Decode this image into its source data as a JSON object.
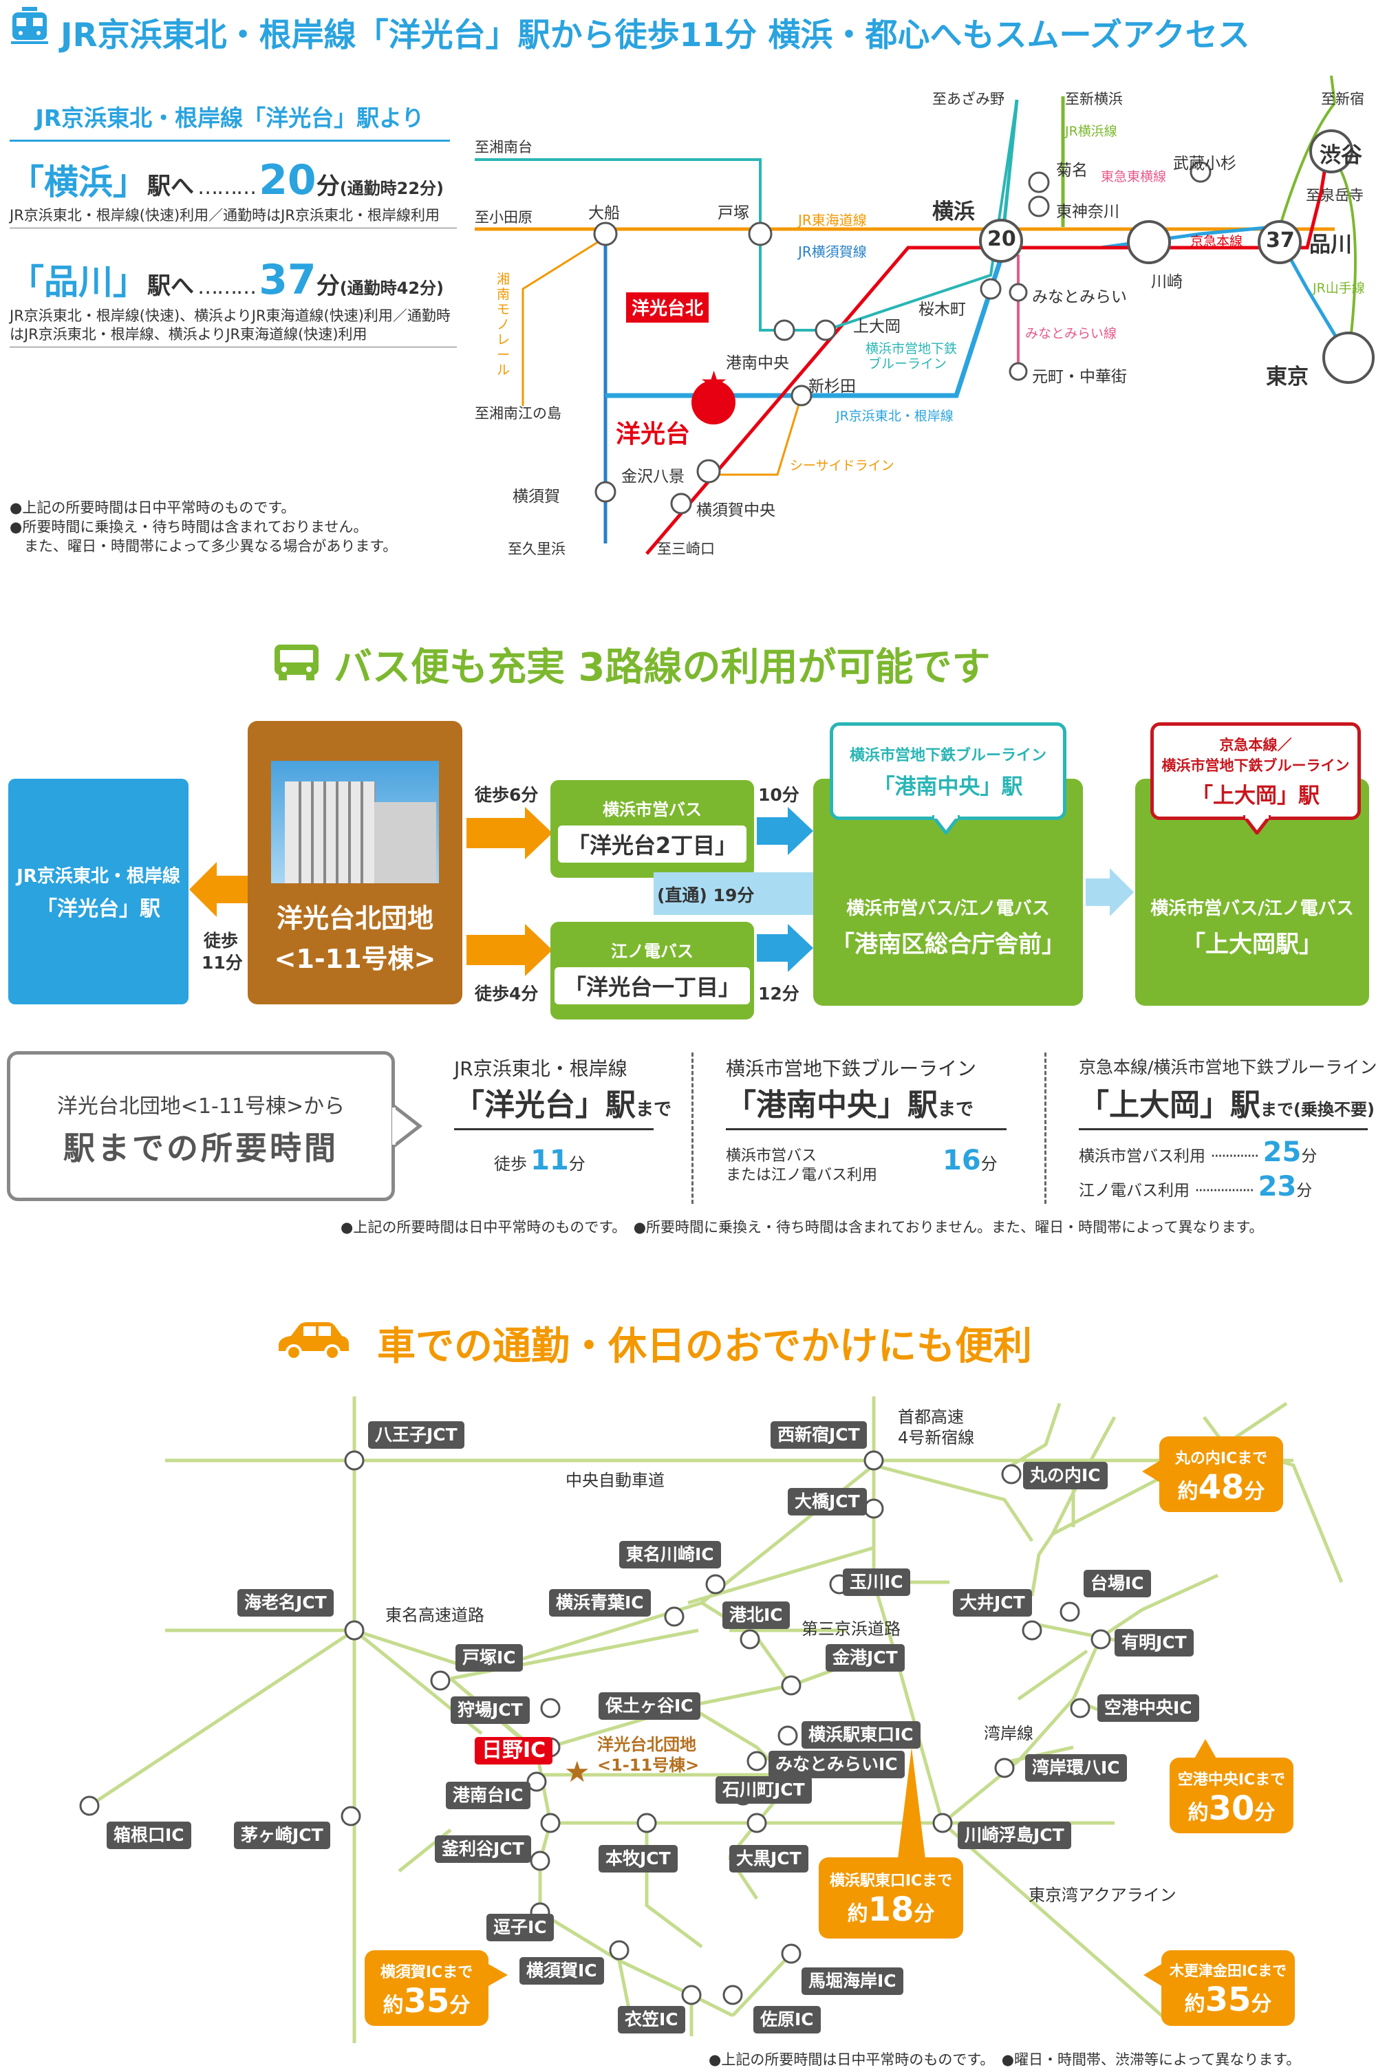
{
  "section1": {
    "title": "JR京浜東北・根岸線「洋光台」駅から徒歩11分 横浜・都心へもスムーズアクセス",
    "subheading": "JR京浜東北・根岸線「洋光台」駅より",
    "dest1": {
      "name": "「横浜」",
      "to": "駅へ",
      "dots": "………",
      "minutes": "20",
      "unit": "分",
      "note": "(通勤時22分)",
      "desc": "JR京浜東北・根岸線(快速)利用／通勤時はJR京浜東北・根岸線利用"
    },
    "dest2": {
      "name": "「品川」",
      "to": "駅へ",
      "dots": "………",
      "minutes": "37",
      "unit": "分",
      "note": "(通勤時42分)",
      "desc": "JR京浜東北・根岸線(快速)、横浜よりJR東海道線(快速)利用／通勤時はJR京浜東北・根岸線、横浜よりJR東海道線(快速)利用"
    },
    "notes": [
      "●上記の所要時間は日中平常時のものです。",
      "●所要時間に乗換え・待ち時間は含まれておりません。",
      "　また、曜日・時間帯によって多少異なる場合があります。"
    ],
    "map": {
      "stations": {
        "yokohama": "横浜",
        "shibuya": "渋谷",
        "shinagawa": "品川",
        "tokyo": "東京",
        "ofuna": "大船",
        "totsuka": "戸塚",
        "kikuna": "菊名",
        "musashikosugi": "武蔵小杉",
        "higashikanagawa": "東神奈川",
        "kawasaki": "川崎",
        "sakuragicho": "桜木町",
        "minatomirai": "みなとみらい",
        "motomachi": "元町・中華街",
        "kamiooka": "上大岡",
        "konanchuo": "港南中央",
        "shinsugita": "新杉田",
        "kanazawahakkei": "金沢八景",
        "yokosukachuo": "横須賀中央",
        "yokosuka": "横須賀",
        "yokodaikita": "洋光台北",
        "yokodai": "洋光台"
      },
      "directions": {
        "azamino": "至あざみ野",
        "shinyokohama": "至新横浜",
        "shinjuku": "至新宿",
        "shonandai": "至湘南台",
        "odawara": "至小田原",
        "enoshima": "至湘南江の島",
        "kurihama": "至久里浜",
        "misakiguchi": "至三崎口",
        "sengakuji": "至泉岳寺"
      },
      "lines": {
        "yokohama": "JR横浜線",
        "toyoko": "東急東横線",
        "tokaido": "JR東海道線",
        "yokosuka": "JR横須賀線",
        "keikyu": "京急本線",
        "yamanote": "JR山手線",
        "minatomirai": "みなとみらい線",
        "blueline1": "横浜市営地下鉄",
        "blueline2": "ブルーライン",
        "negishi": "JR京浜東北・根岸線",
        "seaside": "シーサイドライン",
        "monorail": "湘南モノレール"
      },
      "badges": {
        "yokohama": "20",
        "shinagawa": "37"
      }
    }
  },
  "section2": {
    "title": "バス便も充実 3路線の利用が可能です",
    "jr_box": {
      "line": "JR京浜東北・根岸線",
      "station": "「洋光台」駅"
    },
    "home_box": {
      "name1": "洋光台北団地",
      "name2": "<1-11号棟>"
    },
    "walk_jr": {
      "l1": "徒歩",
      "l2": "11分"
    },
    "walk6": "徒歩6分",
    "walk4": "徒歩4分",
    "bus1": {
      "operator": "横浜市営バス",
      "stop": "「洋光台2丁目」"
    },
    "bus2": {
      "operator": "江ノ電バス",
      "stop": "「洋光台一丁目」"
    },
    "min10": "10分",
    "min12": "12分",
    "direct": "(直通) 19分",
    "konan_box": {
      "operator": "横浜市営バス/江ノ電バス",
      "stop": "「港南区総合庁舎前」"
    },
    "konan_callout": {
      "line": "横浜市営地下鉄ブルーライン",
      "station": "「港南中央」駅"
    },
    "kamiooka_box": {
      "operator": "横浜市営バス/江ノ電バス",
      "stop": "「上大岡駅」"
    },
    "kamiooka_callout": {
      "line1": "京急本線／",
      "line2": "横浜市営地下鉄ブルーライン",
      "station": "「上大岡」駅"
    },
    "summary": {
      "l1": "洋光台北団地<1-11号棟>から",
      "l2": "駅までの所要時間"
    },
    "col1": {
      "line": "JR京浜東北・根岸線",
      "station": "「洋光台」駅",
      "made": "まで",
      "label": "徒歩",
      "minutes": "11",
      "unit": "分"
    },
    "col2": {
      "line": "横浜市営地下鉄ブルーライン",
      "station": "「港南中央」駅",
      "made": "まで",
      "label1": "横浜市営バス",
      "label2": "または江ノ電バス利用",
      "minutes": "16",
      "unit": "分"
    },
    "col3": {
      "line": "京急本線/横浜市営地下鉄ブルーライン",
      "station": "「上大岡」駅",
      "made": "まで(乗換不要)",
      "row1": {
        "label": "横浜市営バス利用",
        "minutes": "25",
        "unit": "分"
      },
      "row2": {
        "label": "江ノ電バス利用",
        "minutes": "23",
        "unit": "分"
      }
    },
    "notes": "●上記の所要時間は日中平常時のものです。　●所要時間に乗換え・待ち時間は含まれておりません。また、曜日・時間帯によって異なります。"
  },
  "section3": {
    "title": "車での通勤・休日のおでかけにも便利",
    "roads": {
      "chuo": "中央自動車道",
      "tomei": "東名高速道路",
      "shuto1": "首都高速",
      "shuto2": "4号新宿線",
      "daisan": "第三京浜道路",
      "wangan": "湾岸線",
      "aqua": "東京湾アクアライン"
    },
    "ic": {
      "hachioji": "八王子JCT",
      "nishishinjuku": "西新宿JCT",
      "marunouchi": "丸の内IC",
      "ohashi": "大橋JCT",
      "tomeikawasaki": "東名川崎IC",
      "tamagawa": "玉川IC",
      "ebina": "海老名JCT",
      "yokohamaaoba": "横浜青葉IC",
      "kohoku": "港北IC",
      "oi": "大井JCT",
      "daiba": "台場IC",
      "ariake": "有明JCT",
      "totsuka": "戸塚IC",
      "kinko": "金港JCT",
      "kariba": "狩場JCT",
      "hodogaya": "保土ヶ谷IC",
      "kuko": "空港中央IC",
      "yokohamaeast": "横浜駅東口IC",
      "hino": "日野IC",
      "minatomirai": "みなとみらいIC",
      "wanganfunsen": "湾岸環八IC",
      "konandai": "港南台IC",
      "ishikawacho": "石川町JCT",
      "hakoneguchi": "箱根口IC",
      "chigasaki": "茅ヶ崎JCT",
      "kawasakiukishima": "川崎浮島JCT",
      "kamariya": "釜利谷JCT",
      "honmoku": "本牧JCT",
      "daikoku": "大黒JCT",
      "zushi": "逗子IC",
      "yokosuka": "横須賀IC",
      "mabori": "馬堀海岸IC",
      "kinugasa": "衣笠IC",
      "sawara": "佐原IC"
    },
    "home": {
      "l1": "洋光台北団地",
      "l2": "<1-11号棟>"
    },
    "bubbles": {
      "marunouchi": {
        "label": "丸の内ICまで",
        "prefix": "約",
        "minutes": "48",
        "unit": "分"
      },
      "kuko": {
        "label": "空港中央ICまで",
        "prefix": "約",
        "minutes": "30",
        "unit": "分"
      },
      "yokohamaeast": {
        "label": "横浜駅東口ICまで",
        "prefix": "約",
        "minutes": "18",
        "unit": "分"
      },
      "yokosuka": {
        "label": "横須賀ICまで",
        "prefix": "約",
        "minutes": "35",
        "unit": "分"
      },
      "kisarazu": {
        "label": "木更津金田ICまで",
        "prefix": "約",
        "minutes": "35",
        "unit": "分"
      }
    },
    "notes": "●上記の所要時間は日中平常時のものです。　●曜日・時間帯、渋滞等によって異なります。"
  },
  "colors": {
    "blue": "#2aa3df",
    "green": "#7cb82f",
    "orange": "#f39800",
    "red": "#e60012",
    "brown": "#b5701f",
    "gray": "#555555"
  }
}
